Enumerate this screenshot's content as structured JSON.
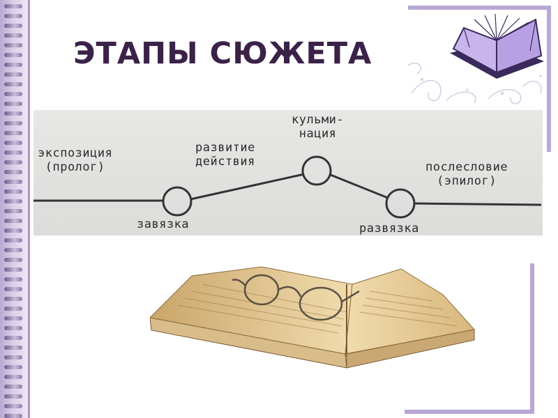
{
  "slide": {
    "title": "ЭТАПЫ СЮЖЕТА",
    "colors": {
      "accent": "#3b2248",
      "frame": "#b9a7d6",
      "diagram_bg": "#e0e0de"
    }
  },
  "diagram": {
    "stages": [
      {
        "lines": [
          "экспозиция",
          "(пролог)"
        ]
      },
      {
        "lines": [
          "завязка"
        ]
      },
      {
        "lines": [
          "развитие",
          "действия"
        ]
      },
      {
        "lines": [
          "кульми-",
          "нация"
        ]
      },
      {
        "lines": [
          "развязка"
        ]
      },
      {
        "lines": [
          "послесловие",
          "(эпилог)"
        ]
      }
    ]
  },
  "illustrations": {
    "corner_icon": "open-book-icon",
    "bottom_image": "open-book-with-glasses"
  }
}
